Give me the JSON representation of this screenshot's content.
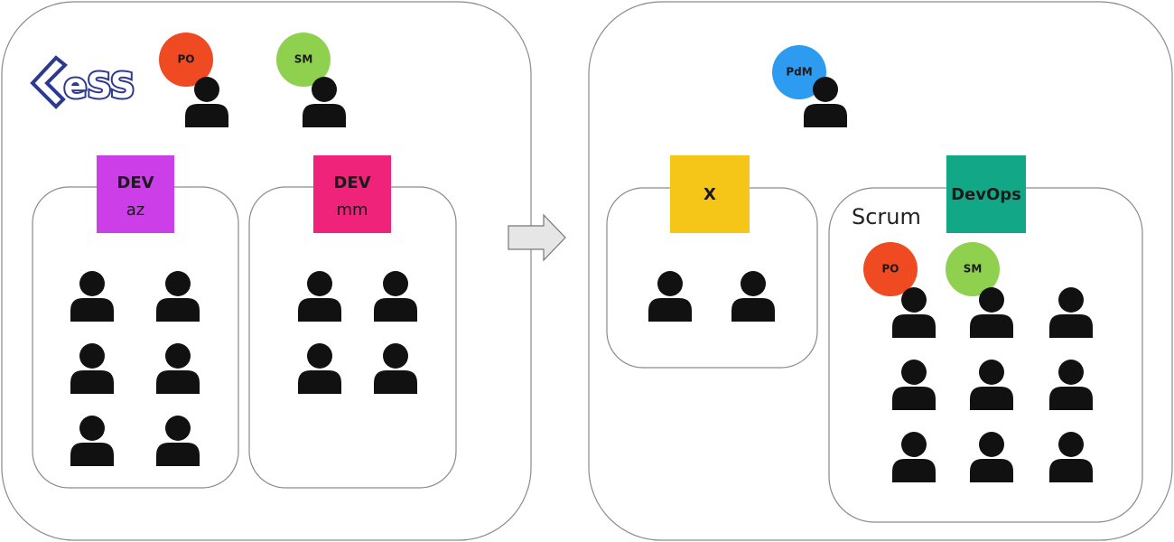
{
  "logo": {
    "text": "LeSS",
    "color": "#2b3990"
  },
  "left": {
    "roles": [
      {
        "label": "PO",
        "color": "#f04a23"
      },
      {
        "label": "SM",
        "color": "#8fd14f"
      }
    ],
    "teams": [
      {
        "title": "DEV",
        "subtitle": "az",
        "color": "#cc3ee8",
        "members": 6
      },
      {
        "title": "DEV",
        "subtitle": "mm",
        "color": "#ee2379",
        "members": 4
      }
    ]
  },
  "right": {
    "roles": [
      {
        "label": "PdM",
        "color": "#2d9bf0"
      }
    ],
    "teams": [
      {
        "title": "X",
        "color": "#f5c518",
        "members": 2
      },
      {
        "title": "DevOps",
        "color": "#12a887",
        "members": 9,
        "framework": "Scrum",
        "roles": [
          {
            "label": "PO",
            "color": "#f04a23"
          },
          {
            "label": "SM",
            "color": "#8fd14f"
          }
        ]
      }
    ]
  },
  "icons": {
    "person": "person-icon",
    "arrow": "arrow-right-icon"
  }
}
